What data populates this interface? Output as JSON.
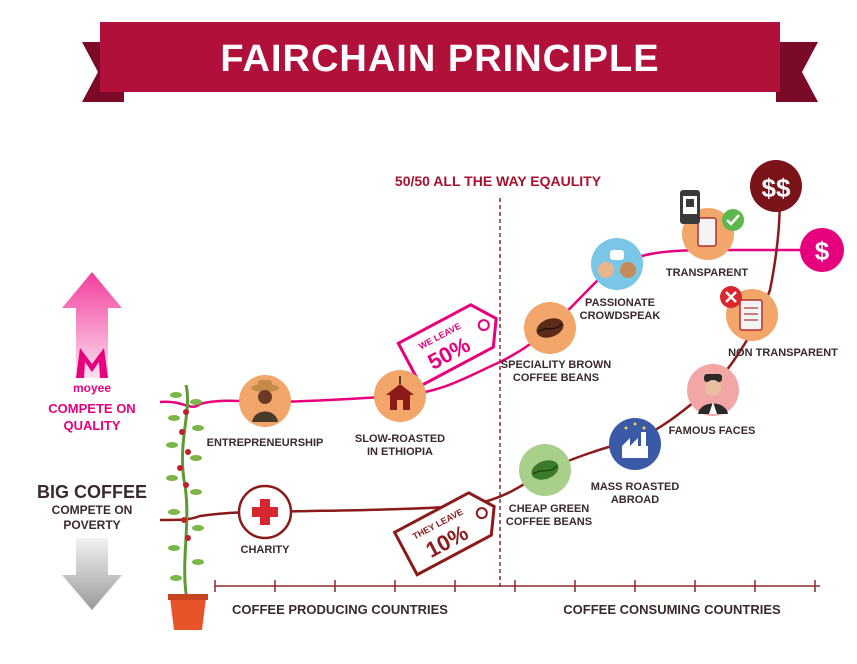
{
  "title": "FAIRCHAIN PRINCIPLE",
  "divider_label": "50/50 ALL THE WAY EQAULITY",
  "colors": {
    "banner": "#b0103a",
    "banner_dark": "#7a0a28",
    "moyee": "#e6007e",
    "bigcoffee": "#8b1a1a",
    "axis": "#8b2c2c",
    "text": "#3a2a2a",
    "plant_green": "#7ab648",
    "pot": "#e8542a"
  },
  "left": {
    "moyee_brand": "moyee",
    "moyee_line1": "COMPETE ON",
    "moyee_line2": "QUALITY",
    "big_title": "BIG COFFEE",
    "big_line1": "COMPETE ON",
    "big_line2": "POVERTY"
  },
  "axis": {
    "producing": "COFFEE PRODUCING COUNTRIES",
    "consuming": "COFFEE CONSUMING COUNTRIES"
  },
  "tags": {
    "moyee_top": "WE LEAVE",
    "moyee_value": "50%",
    "big_top": "THEY LEAVE",
    "big_value": "10%"
  },
  "moyee_nodes": [
    {
      "label1": "ENTREPRENEURSHIP",
      "label2": "",
      "icon": "farmer-icon"
    },
    {
      "label1": "SLOW-ROASTED",
      "label2": "IN ETHIOPIA",
      "icon": "roastery-icon"
    },
    {
      "label1": "SPECIALITY BROWN",
      "label2": "COFFEE BEANS",
      "icon": "brown-bean-icon"
    },
    {
      "label1": "PASSIONATE",
      "label2": "CROWDSPEAK",
      "icon": "crowdspeak-icon"
    },
    {
      "label1": "TRANSPARENT",
      "label2": "",
      "icon": "transparent-qr-icon"
    },
    {
      "label1": "",
      "label2": "",
      "icon": "dollar-icon",
      "symbol": "$"
    }
  ],
  "big_nodes": [
    {
      "label1": "CHARITY",
      "label2": "",
      "icon": "charity-cross-icon"
    },
    {
      "label1": "CHEAP GREEN",
      "label2": "COFFEE BEANS",
      "icon": "green-bean-icon"
    },
    {
      "label1": "MASS ROASTED",
      "label2": "ABROAD",
      "icon": "factory-icon"
    },
    {
      "label1": "FAMOUS FACES",
      "label2": "",
      "icon": "famous-face-icon"
    },
    {
      "label1": "NON TRANSPARENT",
      "label2": "",
      "icon": "non-transparent-icon"
    },
    {
      "label1": "",
      "label2": "",
      "icon": "double-dollar-icon",
      "symbol": "$$"
    }
  ]
}
